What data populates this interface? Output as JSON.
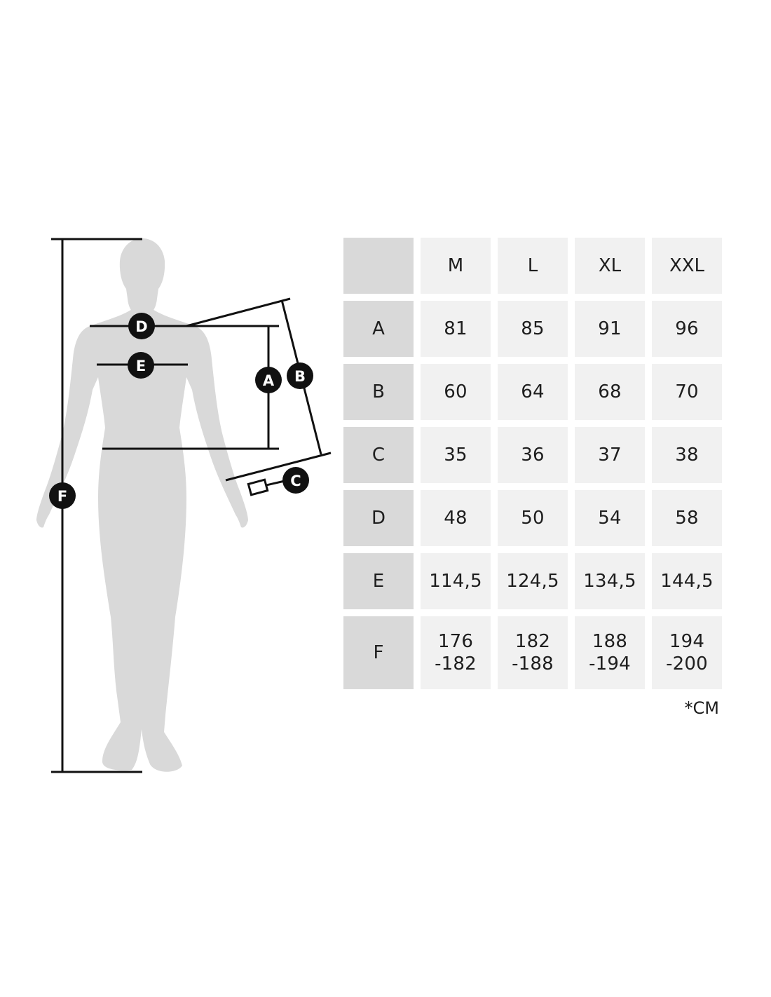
{
  "figure": {
    "markers": {
      "a": "A",
      "b": "B",
      "c": "C",
      "d": "D",
      "e": "E",
      "f": "F"
    },
    "silhouette_color": "#d9d9d9",
    "line_color": "#111111",
    "marker_color": "#111111"
  },
  "table": {
    "sizes": [
      "M",
      "L",
      "XL",
      "XXL"
    ],
    "rows": [
      {
        "label": "A",
        "values": [
          "81",
          "85",
          "91",
          "96"
        ]
      },
      {
        "label": "B",
        "values": [
          "60",
          "64",
          "68",
          "70"
        ]
      },
      {
        "label": "C",
        "values": [
          "35",
          "36",
          "37",
          "38"
        ]
      },
      {
        "label": "D",
        "values": [
          "48",
          "50",
          "54",
          "58"
        ]
      },
      {
        "label": "E",
        "values": [
          "114,5",
          "124,5",
          "134,5",
          "144,5"
        ]
      }
    ],
    "range_row": {
      "label": "F",
      "values": [
        [
          "176",
          "-182"
        ],
        [
          "182",
          "-188"
        ],
        [
          "188",
          "-194"
        ],
        [
          "194",
          "-200"
        ]
      ]
    },
    "header_cell_color": "#d9d9d9",
    "value_cell_color": "#f1f1f1"
  },
  "unit_note": "*CM"
}
